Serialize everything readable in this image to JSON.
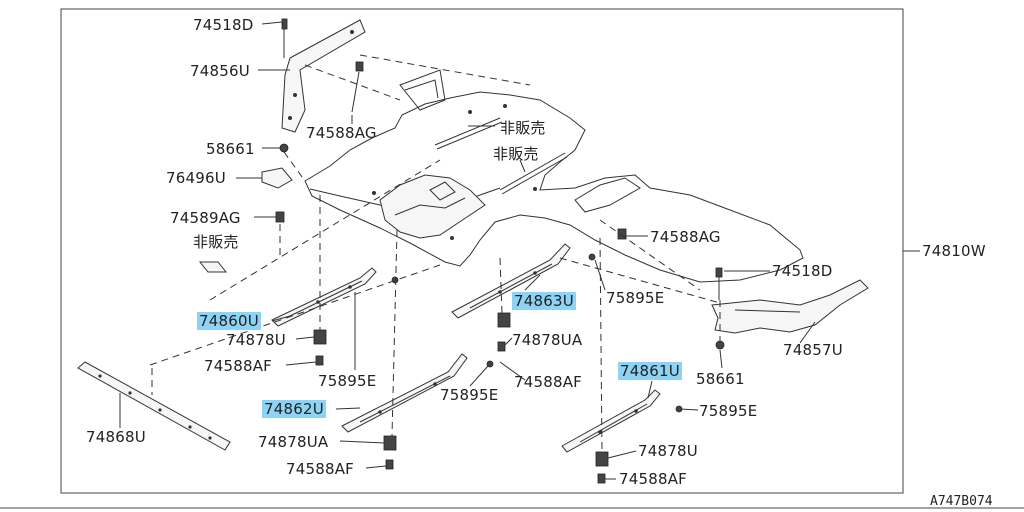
{
  "diagram": {
    "reference_code": "A747B074",
    "assembly_label": "74810W",
    "labels": {
      "p74518D_top": "74518D",
      "p74856U": "74856U",
      "p74588AG_left": "74588AG",
      "p58661_left": "58661",
      "p76496U": "76496U",
      "p74589AG": "74589AG",
      "not_for_sale_1": "非販売",
      "not_for_sale_2": "非販売",
      "not_for_sale_3": "非販売",
      "p74860U": "74860U",
      "p74878U_left": "74878U",
      "p74588AF_left": "74588AF",
      "p75895E_left": "75895E",
      "p74868U": "74868U",
      "p74862U": "74862U",
      "p74878UA_lower": "74878UA",
      "p74588AF_lower": "74588AF",
      "p75895E_mid": "75895E",
      "p74863U": "74863U",
      "p74878UA_mid": "74878UA",
      "p74588AF_mid": "74588AF",
      "p75895E_right": "75895E",
      "p74588AG_right": "74588AG",
      "p74518D_right": "74518D",
      "p74857U": "74857U",
      "p58661_right": "58661",
      "p74861U": "74861U",
      "p75895E_far": "75895E",
      "p74878U_right": "74878U",
      "p74588AF_right": "74588AF"
    },
    "highlighted_parts": [
      "74860U",
      "74862U",
      "74863U",
      "74861U"
    ],
    "highlight_color": "#8fd3f4"
  }
}
